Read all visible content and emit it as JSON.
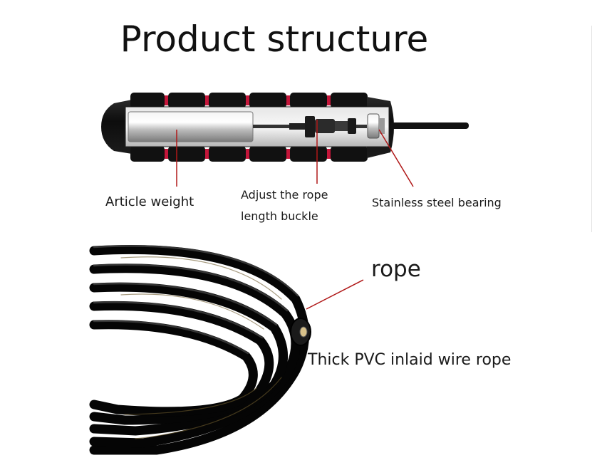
{
  "title": "Product structure",
  "labels": {
    "article_weight": "Article weight",
    "buckle_line1": "Adjust the rope",
    "buckle_line2": "length buckle",
    "bearing": "Stainless steel bearing",
    "rope": "rope",
    "pvc": "Thick PVC inlaid wire rope"
  },
  "colors": {
    "handle": "#111111",
    "accent_red": "#c4163a",
    "metal": "#cfcfcf",
    "leader_line": "#b01818",
    "rope": "#0d0d0d"
  },
  "icons": {
    "handle": "jump-rope-handle-cutaway",
    "rope": "coiled-rope"
  }
}
